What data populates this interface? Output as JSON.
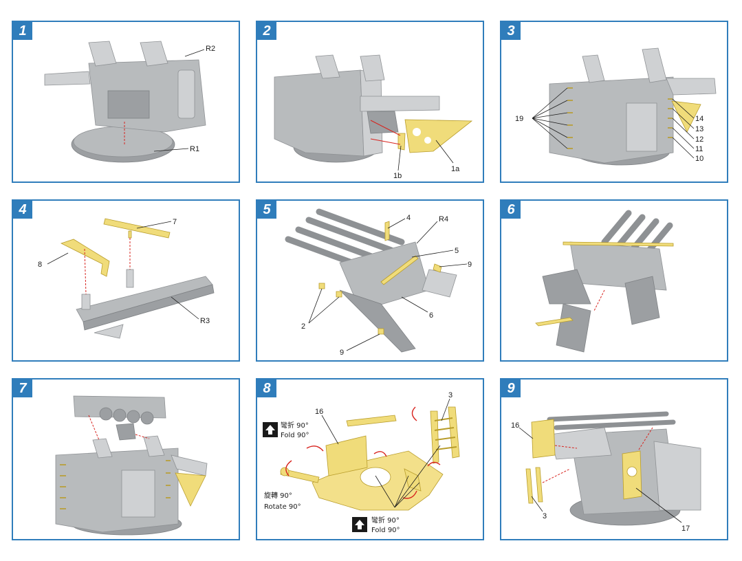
{
  "steps": [
    {
      "number": "1",
      "labels": {
        "r2": "R2",
        "r1": "R1"
      }
    },
    {
      "number": "2",
      "labels": {
        "p1b": "1b",
        "p1a": "1a"
      }
    },
    {
      "number": "3",
      "labels": {
        "p19": "19",
        "p14": "14",
        "p13": "13",
        "p12": "12",
        "p11": "11",
        "p10": "10"
      }
    },
    {
      "number": "4",
      "labels": {
        "p7": "7",
        "p8": "8",
        "r3": "R3"
      }
    },
    {
      "number": "5",
      "labels": {
        "p4": "4",
        "r4": "R4",
        "p5": "5",
        "p9a": "9",
        "p2": "2",
        "p6": "6",
        "p9b": "9"
      }
    },
    {
      "number": "6",
      "labels": {}
    },
    {
      "number": "7",
      "labels": {}
    },
    {
      "number": "8",
      "labels": {
        "p16": "16",
        "p3": "3"
      },
      "notes": {
        "fold_cn_1": "彎折 90°",
        "fold_en_1": "Fold 90°",
        "rotate_cn": "旋轉 90°",
        "rotate_en": "Rotate 90°",
        "fold_cn_2": "彎折 90°",
        "fold_en_2": "Fold 90°"
      }
    },
    {
      "number": "9",
      "labels": {
        "p16": "16",
        "p3": "3",
        "p17": "17"
      }
    }
  ],
  "colors": {
    "frame": "#2f7dbb",
    "part": "#b8bbbd",
    "photoetch": "#f0dc7a",
    "arrow": "#d8231e"
  }
}
